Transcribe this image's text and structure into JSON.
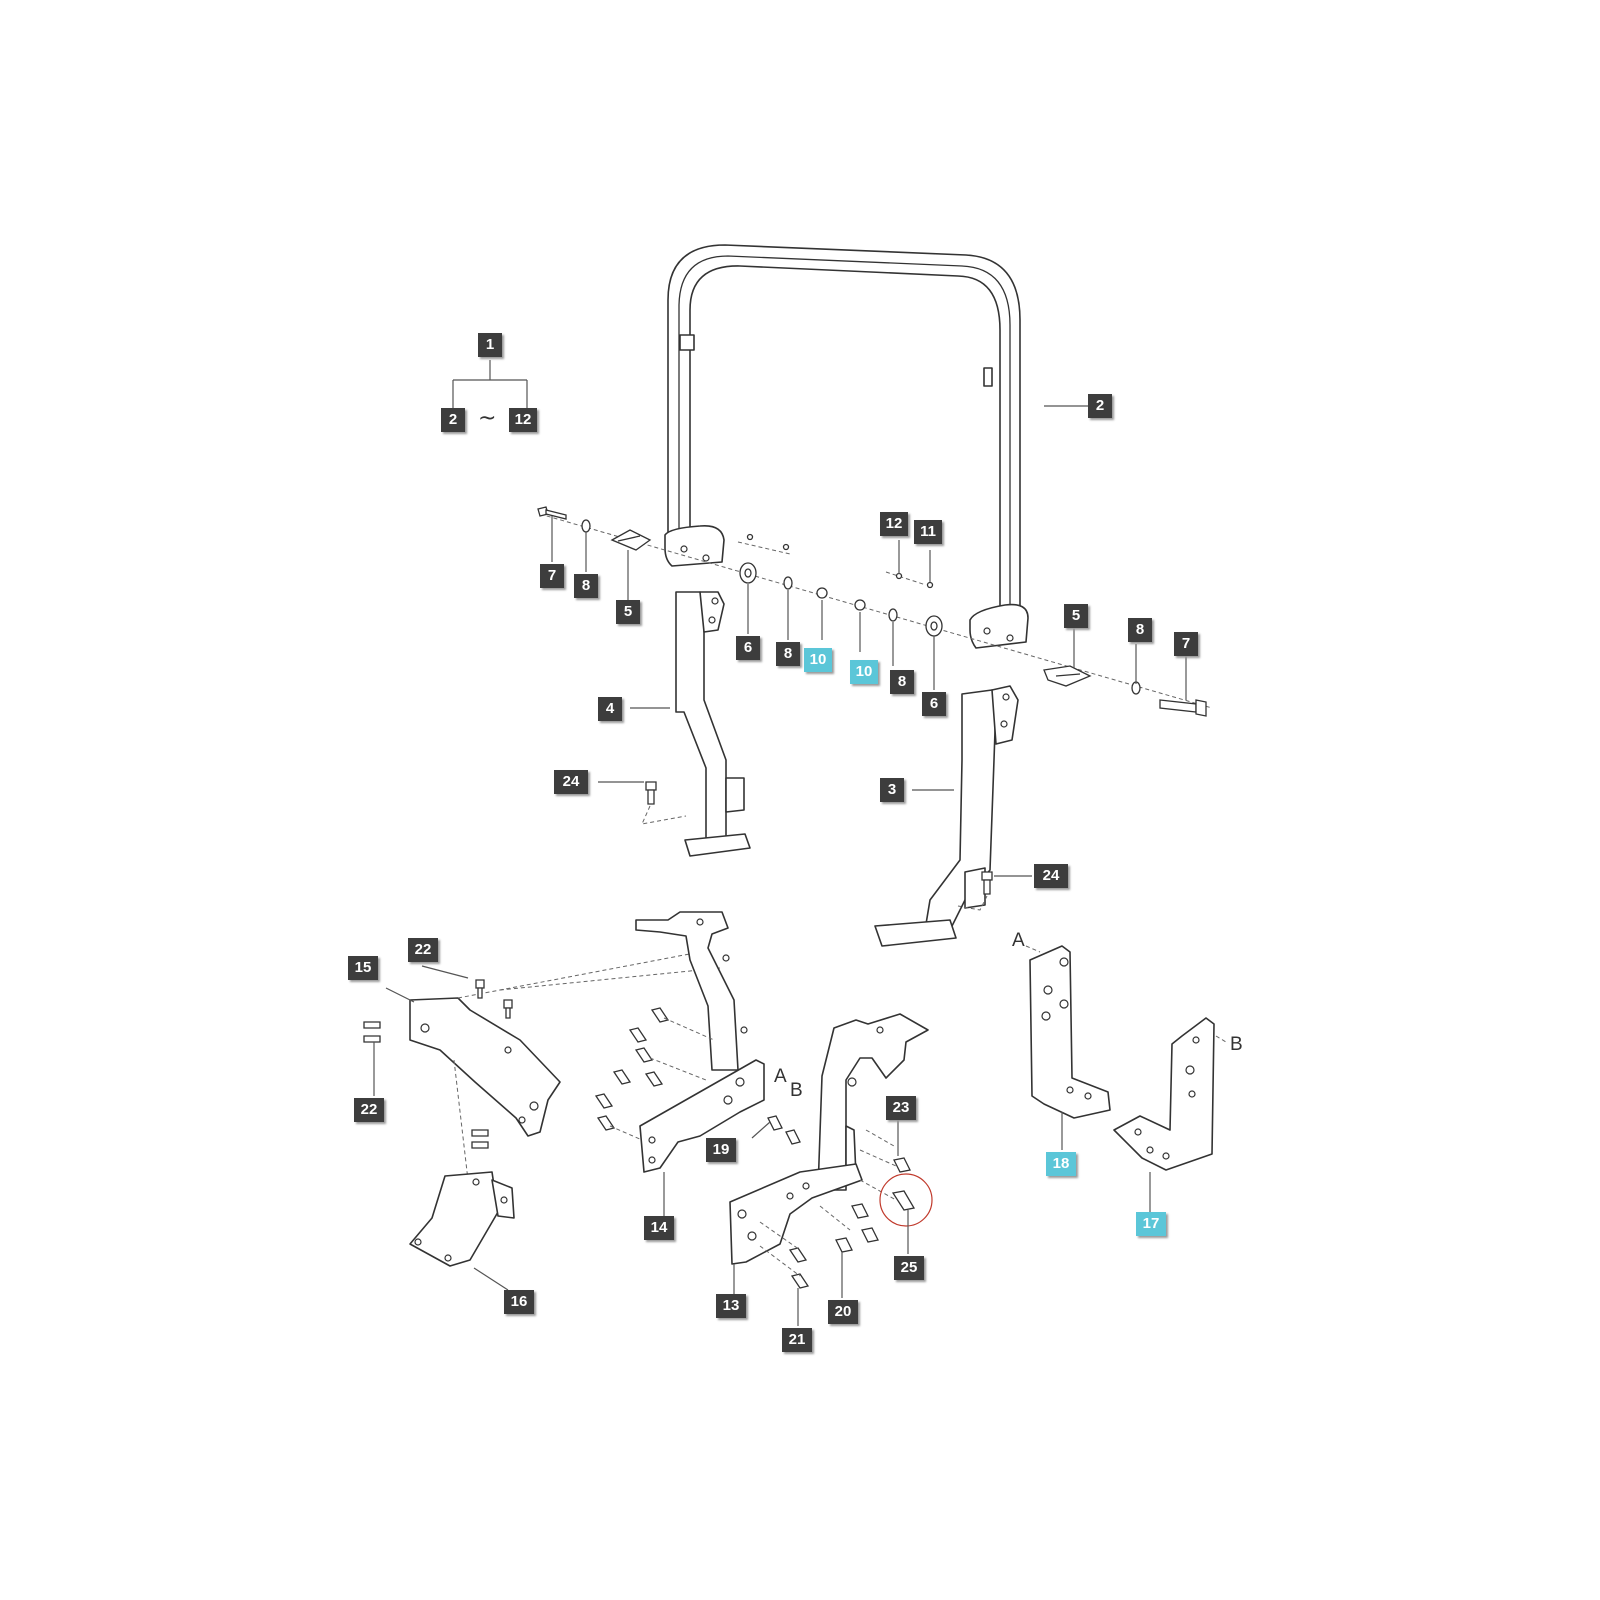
{
  "accent_color": "#5bc6d8",
  "callout_color": "#3d3d3d",
  "callouts": [
    {
      "label": "1",
      "highlight": false
    },
    {
      "label": "2",
      "highlight": false
    },
    {
      "label": "12",
      "highlight": false
    },
    {
      "label": "2",
      "highlight": false
    },
    {
      "label": "7",
      "highlight": false
    },
    {
      "label": "8",
      "highlight": false
    },
    {
      "label": "5",
      "highlight": false
    },
    {
      "label": "6",
      "highlight": false
    },
    {
      "label": "8",
      "highlight": false
    },
    {
      "label": "10",
      "highlight": true
    },
    {
      "label": "10",
      "highlight": true
    },
    {
      "label": "8",
      "highlight": false
    },
    {
      "label": "6",
      "highlight": false
    },
    {
      "label": "12",
      "highlight": false
    },
    {
      "label": "11",
      "highlight": false
    },
    {
      "label": "5",
      "highlight": false
    },
    {
      "label": "8",
      "highlight": false
    },
    {
      "label": "7",
      "highlight": false
    },
    {
      "label": "4",
      "highlight": false
    },
    {
      "label": "24",
      "highlight": false
    },
    {
      "label": "3",
      "highlight": false
    },
    {
      "label": "24",
      "highlight": false
    },
    {
      "label": "15",
      "highlight": false
    },
    {
      "label": "22",
      "highlight": false
    },
    {
      "label": "22",
      "highlight": false
    },
    {
      "label": "16",
      "highlight": false
    },
    {
      "label": "19",
      "highlight": false
    },
    {
      "label": "14",
      "highlight": false
    },
    {
      "label": "23",
      "highlight": false
    },
    {
      "label": "25",
      "highlight": false
    },
    {
      "label": "13",
      "highlight": false
    },
    {
      "label": "20",
      "highlight": false
    },
    {
      "label": "21",
      "highlight": false
    },
    {
      "label": "18",
      "highlight": true
    },
    {
      "label": "17",
      "highlight": true
    }
  ],
  "letters": [
    "A",
    "A",
    "B",
    "B"
  ],
  "range_separator": "~"
}
